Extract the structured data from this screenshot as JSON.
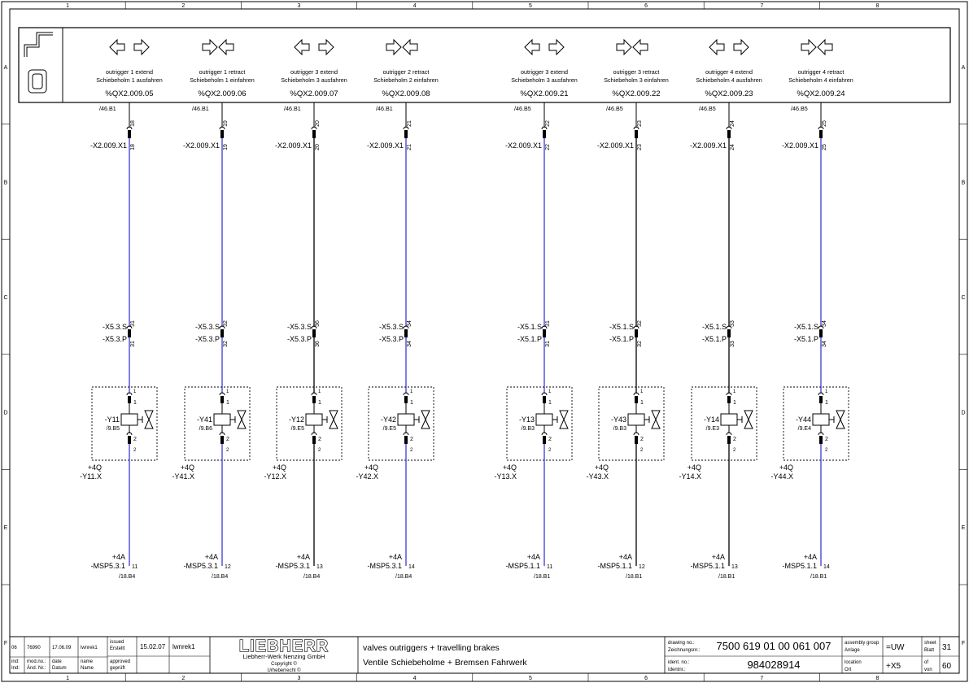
{
  "grid": {
    "columns": [
      "1",
      "2",
      "3",
      "4",
      "5",
      "6",
      "7",
      "8"
    ],
    "rows": [
      "A",
      "B",
      "C",
      "D",
      "E",
      "F"
    ]
  },
  "outputs": [
    {
      "arrow": "extend",
      "en": "outrigger 1 extend",
      "de": "Schiebeholm 1 ausfahren",
      "addr": "%QX2.009.05",
      "ref": "/46.B1",
      "term": "18",
      "xs": "-X5.3.S",
      "xp": "-X5.3.P",
      "xt": "31",
      "valve": "-Y11",
      "vref": "/9.B5",
      "plus": "+4Q",
      "conn": "-Y11.X",
      "plusb": "+4A",
      "msp": "-MSP5.3.1",
      "mspt": "11",
      "mref": "/18.B4",
      "blue": true
    },
    {
      "arrow": "retract",
      "en": "outrigger 1 retract",
      "de": "Schiebeholm 1 einfahren",
      "addr": "%QX2.009.06",
      "ref": "/46.B1",
      "term": "19",
      "xs": "-X5.3.S",
      "xp": "-X5.3.P",
      "xt": "32",
      "valve": "-Y41",
      "vref": "/9.B6",
      "plus": "+4Q",
      "conn": "-Y41.X",
      "plusb": "+4A",
      "msp": "-MSP5.3.1",
      "mspt": "12",
      "mref": "/18.B4",
      "blue": true
    },
    {
      "arrow": "extend",
      "en": "outrigger 3 extend",
      "de": "Schiebeholm 3 ausfahren",
      "addr": "%QX2.009.07",
      "ref": "/46.B1",
      "term": "20",
      "xs": "-X5.3.S",
      "xp": "-X5.3.P",
      "xt": "36",
      "valve": "-Y12",
      "vref": "/9.E5",
      "plus": "+4Q",
      "conn": "-Y12.X",
      "plusb": "+4A",
      "msp": "-MSP5.3.1",
      "mspt": "13",
      "mref": "/18.B4",
      "blue": false
    },
    {
      "arrow": "retract",
      "en": "outrigger 2 retract",
      "de": "Schiebeholm 2 einfahren",
      "addr": "%QX2.009.08",
      "ref": "/46.B1",
      "term": "21",
      "xs": "-X5.3.S",
      "xp": "-X5.3.P",
      "xt": "34",
      "valve": "-Y42",
      "vref": "/9.E5",
      "plus": "+4Q",
      "conn": "-Y42.X",
      "plusb": "+4A",
      "msp": "-MSP5.3.1",
      "mspt": "14",
      "mref": "/18.B4",
      "blue": true
    },
    {
      "arrow": "extend",
      "en": "outrigger 3 extend",
      "de": "Schiebeholm 3 ausfahren",
      "addr": "%QX2.009.21",
      "ref": "/46.B5",
      "term": "22",
      "xs": "-X5.1.S",
      "xp": "-X5.1.P",
      "xt": "31",
      "valve": "-Y13",
      "vref": "/9.B3",
      "plus": "+4Q",
      "conn": "-Y13.X",
      "plusb": "+4A",
      "msp": "-MSP5.1.1",
      "mspt": "11",
      "mref": "/18.B1",
      "blue": true
    },
    {
      "arrow": "retract",
      "en": "outrigger 3 retract",
      "de": "Schiebeholm 3 einfahren",
      "addr": "%QX2.009.22",
      "ref": "/46.B5",
      "term": "23",
      "xs": "-X5.1.S",
      "xp": "-X5.1.P",
      "xt": "32",
      "valve": "-Y43",
      "vref": "/9.B3",
      "plus": "+4Q",
      "conn": "-Y43.X",
      "plusb": "+4A",
      "msp": "-MSP5.1.1",
      "mspt": "12",
      "mref": "/18.B1",
      "blue": false
    },
    {
      "arrow": "extend",
      "en": "outrigger 4 extend",
      "de": "Schiebeholm 4 ausfahren",
      "addr": "%QX2.009.23",
      "ref": "/46.B5",
      "term": "24",
      "xs": "-X5.1.S",
      "xp": "-X5.1.P",
      "xt": "33",
      "valve": "-Y14",
      "vref": "/9.E3",
      "plus": "+4Q",
      "conn": "-Y14.X",
      "plusb": "+4A",
      "msp": "-MSP5.1.1",
      "mspt": "13",
      "mref": "/18.B1",
      "blue": false
    },
    {
      "arrow": "retract",
      "en": "outrigger 4 retract",
      "de": "Schiebeholm 4 einfahren",
      "addr": "%QX2.009.24",
      "ref": "/46.B5",
      "term": "25",
      "xs": "-X5.1.S",
      "xp": "-X5.1.P",
      "xt": "34",
      "valve": "-Y44",
      "vref": "/9.E4",
      "plus": "+4Q",
      "conn": "-Y44.X",
      "plusb": "+4A",
      "msp": "-MSP5.1.1",
      "mspt": "14",
      "mref": "/18.B1",
      "blue": true
    }
  ],
  "strip_label": "-X2.009.X1",
  "pin_top": "1",
  "pin_bottom": "2",
  "colors": {
    "wire_blue": "#3b3bd6",
    "wire_black": "#000000"
  },
  "titleblock": {
    "rev_index": "06",
    "rev_modno": "76990",
    "rev_date": "17.06.09",
    "rev_name": "lwnrek1",
    "l_ind": "ind:",
    "l_ind_de": "Ind:",
    "l_modno": "mod.no.:",
    "l_modno_de": "Änd. Nr.:",
    "l_date": "date",
    "l_date_de": "Datum",
    "l_name": "name",
    "l_name_de": "Name",
    "l_issued": "issued",
    "l_issued_de": "Erstellt",
    "l_approved": "approved",
    "l_approved_de": "geprüft",
    "issued_date": "15.02.07",
    "issued_name": "lwnrek1",
    "logo": "LIEBHERR",
    "company": "Liebherr-Werk Nenzing GmbH",
    "copyright": "Copyright ©",
    "copyright_de": "Urheberrecht ©",
    "title_en": "valves outriggers + travelling brakes",
    "title_de": "Ventile Schiebeholme + Bremsen Fahrwerk",
    "l_drawing": "drawing no.:",
    "l_drawing_de": "Zeichnungsnr.:",
    "drawing_no": "7500 619 01 00 061 007",
    "l_ident": "ident. no.:",
    "l_ident_de": "Identnr.:",
    "ident_no": "984028914",
    "l_assembly": "assembly group",
    "l_assembly_de": "Anlage",
    "assembly": "=UW",
    "l_location": "location",
    "l_location_de": "Ort",
    "location": "+X5",
    "l_sheet": "sheet",
    "l_sheet_de": "Blatt",
    "sheet": "31",
    "l_of": "of",
    "l_of_de": "von",
    "of": "60"
  }
}
